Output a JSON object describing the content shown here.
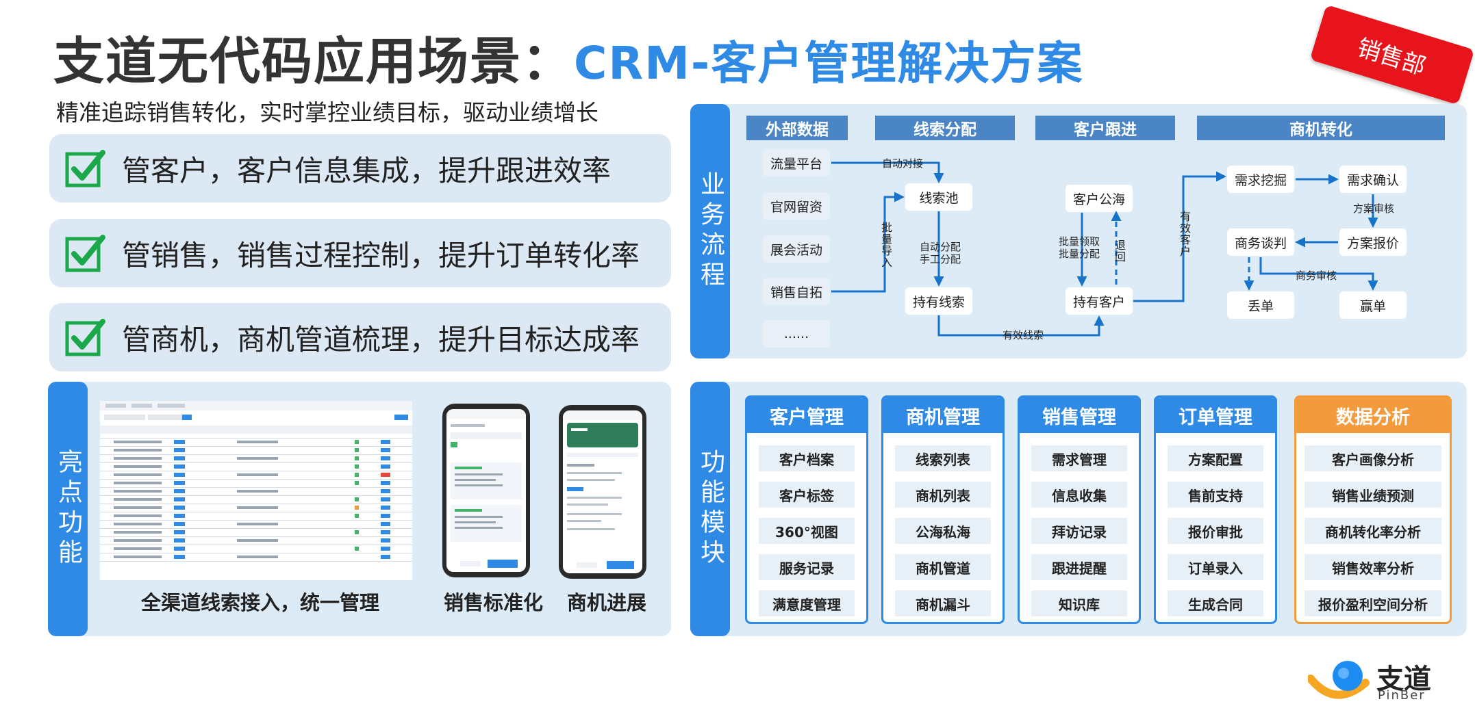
{
  "header": {
    "title_prefix": "支道无代码应用场景：",
    "title_accent": "CRM-客户管理解决方案",
    "subtitle": "精准追踪销售转化，实时掌控业绩目标，驱动业绩增长",
    "badge": "销售部"
  },
  "benefits": [
    {
      "text": "管客户，客户信息集成，提升跟进效率"
    },
    {
      "text": "管销售，销售过程控制，提升订单转化率"
    },
    {
      "text": "管商机，商机管道梳理，提升目标达成率"
    }
  ],
  "flow": {
    "label": "业务流程",
    "phases": [
      "外部数据",
      "线索分配",
      "客户跟进",
      "商机转化"
    ],
    "sources": [
      "流量平台",
      "官网留资",
      "展会活动",
      "销售自拓",
      "......"
    ],
    "nodes": {
      "clue_pool": "线索池",
      "own_clue": "持有线索",
      "public_sea": "客户公海",
      "own_customer": "持有客户",
      "demand_dig": "需求挖掘",
      "demand_confirm": "需求确认",
      "biz_negotiate": "商务谈判",
      "plan_quote": "方案报价",
      "lost": "丢单",
      "win": "赢单"
    },
    "labels": {
      "auto_dock": "自动对接",
      "batch_import": "批量导入",
      "auto_assign_1": "自动分配",
      "auto_assign_2": "手工分配",
      "valid_clue": "有效线索",
      "batch_claim_1": "批量领取",
      "batch_claim_2": "批量分配",
      "return": "退回",
      "valid_customer": "有效客户",
      "plan_review": "方案审核",
      "biz_review": "商务审核"
    }
  },
  "highlights": {
    "label": "亮点功能",
    "captions": [
      "全渠道线索接入，统一管理",
      "销售标准化",
      "商机进展"
    ]
  },
  "modules": {
    "label": "功能模块",
    "columns": [
      {
        "title": "客户管理",
        "items": [
          "客户档案",
          "客户标签",
          "360°视图",
          "服务记录",
          "满意度管理"
        ]
      },
      {
        "title": "商机管理",
        "items": [
          "线索列表",
          "商机列表",
          "公海私海",
          "商机管道",
          "商机漏斗"
        ]
      },
      {
        "title": "销售管理",
        "items": [
          "需求管理",
          "信息收集",
          "拜访记录",
          "跟进提醒",
          "知识库"
        ]
      },
      {
        "title": "订单管理",
        "items": [
          "方案配置",
          "售前支持",
          "报价审批",
          "订单录入",
          "生成合同"
        ]
      },
      {
        "title": "数据分析",
        "items": [
          "客户画像分析",
          "销售业绩预测",
          "商机转化率分析",
          "销售效率分析",
          "报价盈利空间分析"
        ]
      }
    ]
  },
  "logo": {
    "name": "支道",
    "sub": "PinBer"
  },
  "colors": {
    "accent": "#2f8ae6",
    "badge": "#e8141b",
    "analysis": "#f39a3d",
    "phase": "#4a86c6",
    "check": "#1aa84a"
  }
}
